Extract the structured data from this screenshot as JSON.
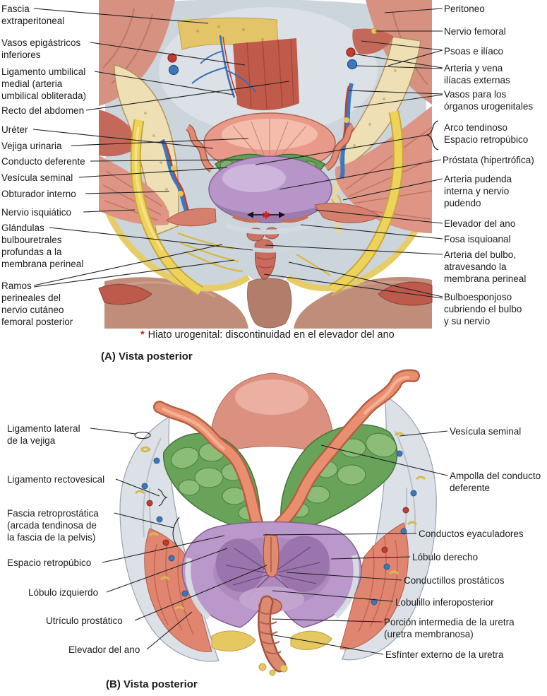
{
  "figure_a": {
    "caption": "(A) Vista posterior",
    "footnote_marker": "*",
    "footnote_text": "Hiato urogenital: discontinuidad en el elevador del ano",
    "hiatus_marker": "✱",
    "left_labels": [
      "Fascia\nextraperitoneal",
      "Vasos epigástricos\ninferiores",
      "Ligamento umbilical\nmedial (arteria\numbilical obliterada)",
      "Recto del abdomen",
      "Uréter",
      "Vejiga urinaria",
      "Conducto deferente",
      "Vesícula seminal",
      "Obturador interno",
      "Nervio isquiático",
      "Glándulas\nbulbouretrales\nprofundas a la\nmembrana perineal",
      "Ramos\nperineales del\nnervio cutáneo\nfemoral posterior"
    ],
    "right_labels": [
      "Peritoneo",
      "Nervio femoral",
      "Psoas e ilíaco",
      "Arteria y vena\nilíacas externas",
      "Vasos para los\nórganos urogenitales",
      "Arco tendinoso\nEspacio retropúbico",
      "Próstata (hipertrófica)",
      "Arteria pudenda\ninterna y nervio\npudendo",
      "Elevador del ano",
      "Fosa isquioanal",
      "Arteria del bulbo,\natravesando la\nmembrana perineal",
      "Bulboesponjoso\ncubriendo el bulbo\ny su nervio"
    ]
  },
  "figure_b": {
    "caption": "(B) Vista posterior",
    "left_labels": [
      "Ligamento lateral\nde la vejiga",
      "Ligamento rectovesical",
      "Fascia retroprostática\n(arcada tendinosa de\nla fascia de la pelvis)",
      "Espacio retropúbico",
      "Lóbulo izquierdo",
      "Utrículo prostático",
      "Elevador del ano"
    ],
    "right_labels": [
      "Vesícula seminal",
      "Ampolla del conducto\ndeferente",
      "Conductos eyaculadores",
      "Lóbulo derecho",
      "Conductillos prostáticos",
      "Lobulillo inferoposterior",
      "Porción intermedia de la uretra\n(uretra membranosa)",
      "Esfínter externo de la uretra"
    ]
  },
  "colors": {
    "marker_red": "#cc2222",
    "prostate_purple": "#b795c8",
    "vesicle_green": "#69a35a",
    "nerve_yellow": "#eed35b",
    "muscle_red": "#c05a4b",
    "muscle_pink": "#de9586",
    "fascia_gray": "#cdd5dc",
    "bone_cream": "#eee0b4",
    "fat_yellow": "#e4c869",
    "skin": "#bf8d7a",
    "bladder_pink": "#e9998a",
    "text": "#1c1c1a"
  }
}
